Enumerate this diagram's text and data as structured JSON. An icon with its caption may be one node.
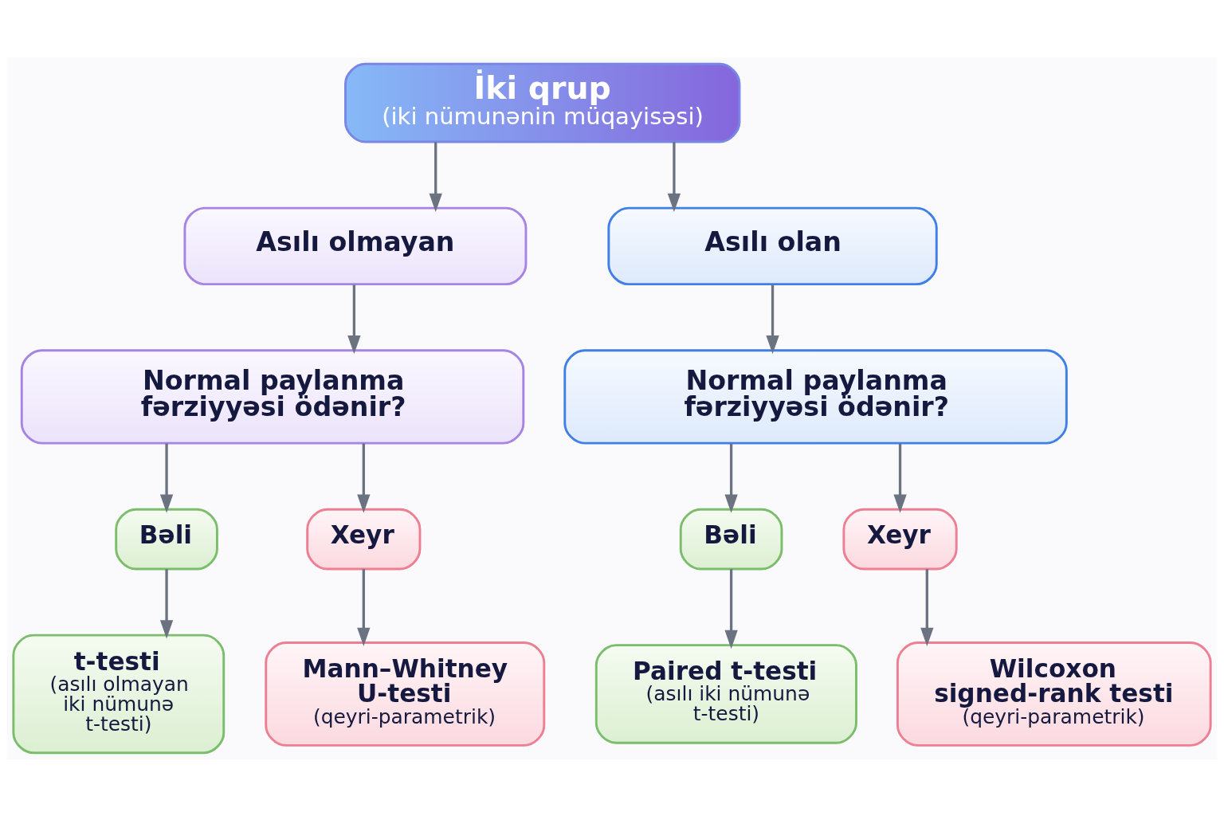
{
  "diagram": {
    "nodes": [
      {
        "text": [
          "İki qrup",
          "(iki nümunənin müqayisəsi)"
        ]
      },
      {
        "text": [
          "Asılı olmayan"
        ]
      },
      {
        "text": [
          "Asılı olan"
        ]
      },
      {
        "text": [
          "Normal paylanma fərziyyəsi ödənir?"
        ]
      },
      {
        "text": [
          "Normal paylanma fərziyyəsi ödənir?"
        ]
      },
      {
        "text": [
          "Bəli"
        ]
      },
      {
        "text": [
          "Xeyr"
        ]
      },
      {
        "text": [
          "Bəli"
        ]
      },
      {
        "text": [
          "Xeyr"
        ]
      },
      {
        "text": [
          "t-testi",
          "(asılı olmayan iki nümunə t-testi)"
        ]
      },
      {
        "text": [
          "Mann–Whitney U-testi",
          "(qeyri-parametrik)"
        ]
      },
      {
        "text": [
          "Paired t-testi",
          "(asılı iki nümunə t-testi)"
        ]
      },
      {
        "text": [
          "Wilcoxon signed-rank testi",
          "(qeyri-parametrik)"
        ]
      }
    ],
    "edges": [
      {
        "from": 0,
        "to": 1,
        "arrow": "to"
      },
      {
        "from": 0,
        "to": 2,
        "arrow": "to"
      },
      {
        "from": 1,
        "to": 3,
        "arrow": "to"
      },
      {
        "from": 2,
        "to": 4,
        "arrow": "to"
      },
      {
        "from": 3,
        "to": 5,
        "arrow": "to"
      },
      {
        "from": 3,
        "to": 6,
        "arrow": "to"
      },
      {
        "from": 4,
        "to": 7,
        "arrow": "to"
      },
      {
        "from": 4,
        "to": 8,
        "arrow": "to"
      },
      {
        "from": 5,
        "to": 9,
        "arrow": "to"
      },
      {
        "from": 6,
        "to": 10,
        "arrow": "to"
      },
      {
        "from": 7,
        "to": 11,
        "arrow": "to"
      },
      {
        "from": 8,
        "to": 12,
        "arrow": "to"
      }
    ]
  }
}
